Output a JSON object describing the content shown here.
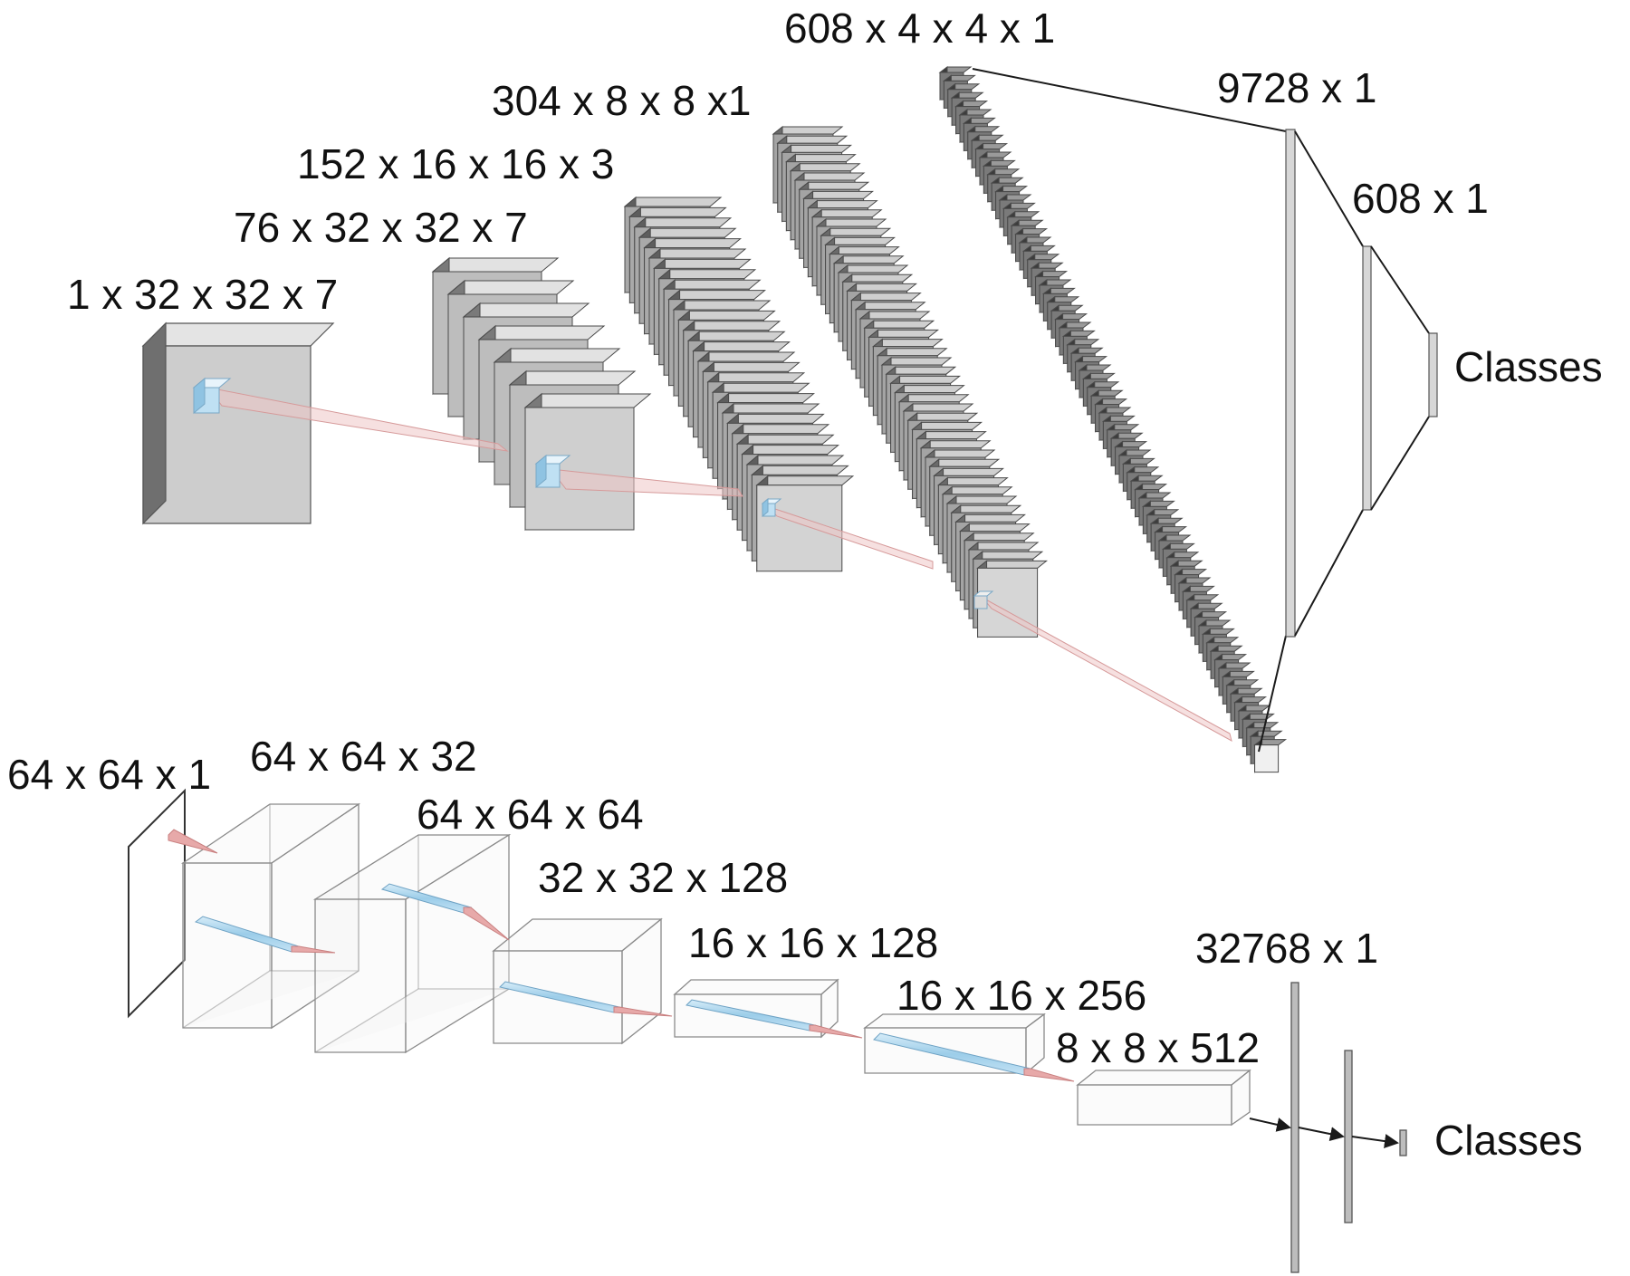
{
  "top_network": {
    "layers": [
      {
        "label": "1 x 32 x 32 x 7"
      },
      {
        "label": "76 x 32 x 32 x 7"
      },
      {
        "label": "152 x 16 x 16 x 3"
      },
      {
        "label": "304 x 8 x 8 x1"
      },
      {
        "label": "608 x 4 x 4 x 1"
      }
    ],
    "dense": [
      {
        "label": "9728 x 1"
      },
      {
        "label": "608 x 1"
      }
    ],
    "output": {
      "label": "Classes"
    }
  },
  "bottom_network": {
    "layers": [
      {
        "label": "64 x 64 x 1"
      },
      {
        "label": "64 x 64 x 32"
      },
      {
        "label": "64 x 64 x 64"
      },
      {
        "label": "32 x 32 x 128"
      },
      {
        "label": "16 x 16 x 128"
      },
      {
        "label": "16 x 16 x 256"
      },
      {
        "label": "8 x 8 x 512"
      }
    ],
    "dense": [
      {
        "label": "32768 x 1"
      }
    ],
    "output": {
      "label": "Classes"
    }
  },
  "colors": {
    "solid_front": "#c9c9c9",
    "solid_side": "#7d7d7d",
    "solid_top": "#e2e2e2",
    "solid_edge": "#555555",
    "wire_edge": "#8a8a8a",
    "kernel_blue": "#a8d4ee",
    "kernel_red": "#e9a8a8",
    "line": "#1a1a1a"
  }
}
